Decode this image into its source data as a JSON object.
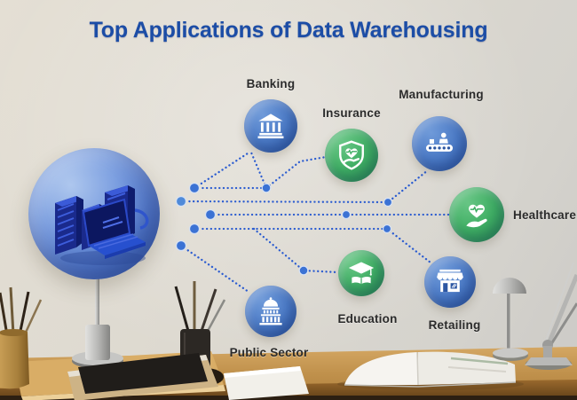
{
  "title": "Top Applications of Data Warehousing",
  "apps": [
    {
      "id": "banking",
      "label": "Banking",
      "circle_color": "blue",
      "icon": "bank-icon"
    },
    {
      "id": "insurance",
      "label": "Insurance",
      "circle_color": "green",
      "icon": "shield-heart-icon"
    },
    {
      "id": "manufacturing",
      "label": "Manufacturing",
      "circle_color": "blue",
      "icon": "conveyor-worker-icon"
    },
    {
      "id": "healthcare",
      "label": "Healthcare",
      "circle_color": "green",
      "icon": "hand-heart-icon"
    },
    {
      "id": "education",
      "label": "Education",
      "circle_color": "green",
      "icon": "graduation-book-icon"
    },
    {
      "id": "retailing",
      "label": "Retailing",
      "circle_color": "blue",
      "icon": "storefront-icon"
    },
    {
      "id": "public_sector",
      "label": "Public Sector",
      "circle_color": "blue",
      "icon": "capitol-icon"
    }
  ],
  "center_illustration": "data-warehouse-servers-and-laptop",
  "colors": {
    "title_color": "#1c4da6",
    "label_color": "#2b2b2b",
    "icon_blue": "#6f9ad9",
    "icon_blue_deep": "#2d57a3",
    "icon_green": "#3fae63",
    "icon_green_deep": "#2f9b52",
    "connector": "#2b5cd0",
    "sphere_blue": "#5379cc",
    "desk_wood": "#c0924f"
  }
}
